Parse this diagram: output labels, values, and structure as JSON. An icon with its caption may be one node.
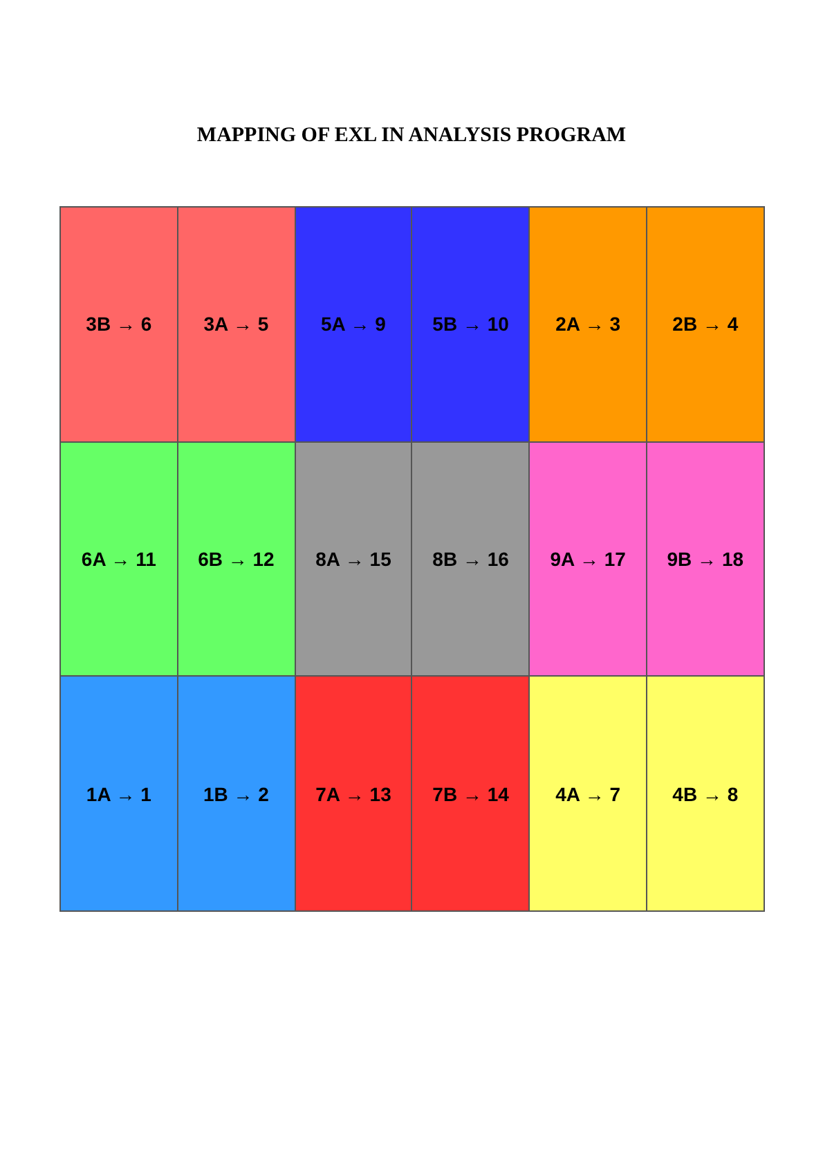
{
  "diagram": {
    "title": "MAPPING OF EXL IN ANALYSIS PROGRAM",
    "nodes": [
      {
        "text": [
          "3B → 6"
        ]
      },
      {
        "text": [
          "3A → 5"
        ]
      },
      {
        "text": [
          "5A → 9"
        ]
      },
      {
        "text": [
          "5B → 10"
        ]
      },
      {
        "text": [
          "2A → 3"
        ]
      },
      {
        "text": [
          "2B → 4"
        ]
      },
      {
        "text": [
          "6A → 11"
        ]
      },
      {
        "text": [
          "6B → 12"
        ]
      },
      {
        "text": [
          "8A → 15"
        ]
      },
      {
        "text": [
          "8B → 16"
        ]
      },
      {
        "text": [
          "9A → 17"
        ]
      },
      {
        "text": [
          "9B → 18"
        ]
      },
      {
        "text": [
          "1A → 1"
        ]
      },
      {
        "text": [
          "1B → 2"
        ]
      },
      {
        "text": [
          "7A → 13"
        ]
      },
      {
        "text": [
          "7B → 14"
        ]
      },
      {
        "text": [
          "4A → 7"
        ]
      },
      {
        "text": [
          "4B → 8"
        ]
      }
    ]
  }
}
